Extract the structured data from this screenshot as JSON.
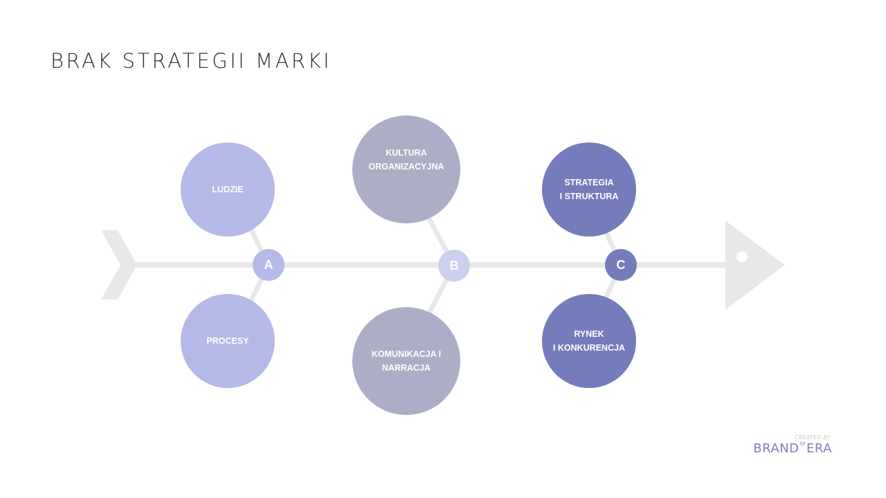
{
  "title": "BRAK STRATEGII MARKI",
  "groups": [
    {
      "letter": "A",
      "top": "LUDZIE",
      "bottom": "PROCESY"
    },
    {
      "letter": "B",
      "top": "KULTURA\nORGANIZACYJNA",
      "bottom": "KOMUNIKACJA I\nNARRACJA"
    },
    {
      "letter": "C",
      "top": "STRATEGIA\nI STRUKTURA",
      "bottom": "RYNEK\nI KONKURENCJA"
    }
  ],
  "colors": {
    "group_a": "#b4b9e7",
    "group_b_nodes": "#abaec4",
    "group_b_hub": "#cdcfee",
    "group_c": "#757cbb",
    "spine": "#e8e8e8"
  },
  "logo": {
    "created_by": "CREATED BY",
    "brand": "BRAND",
    "sf": "SF",
    "era": "ERA"
  }
}
